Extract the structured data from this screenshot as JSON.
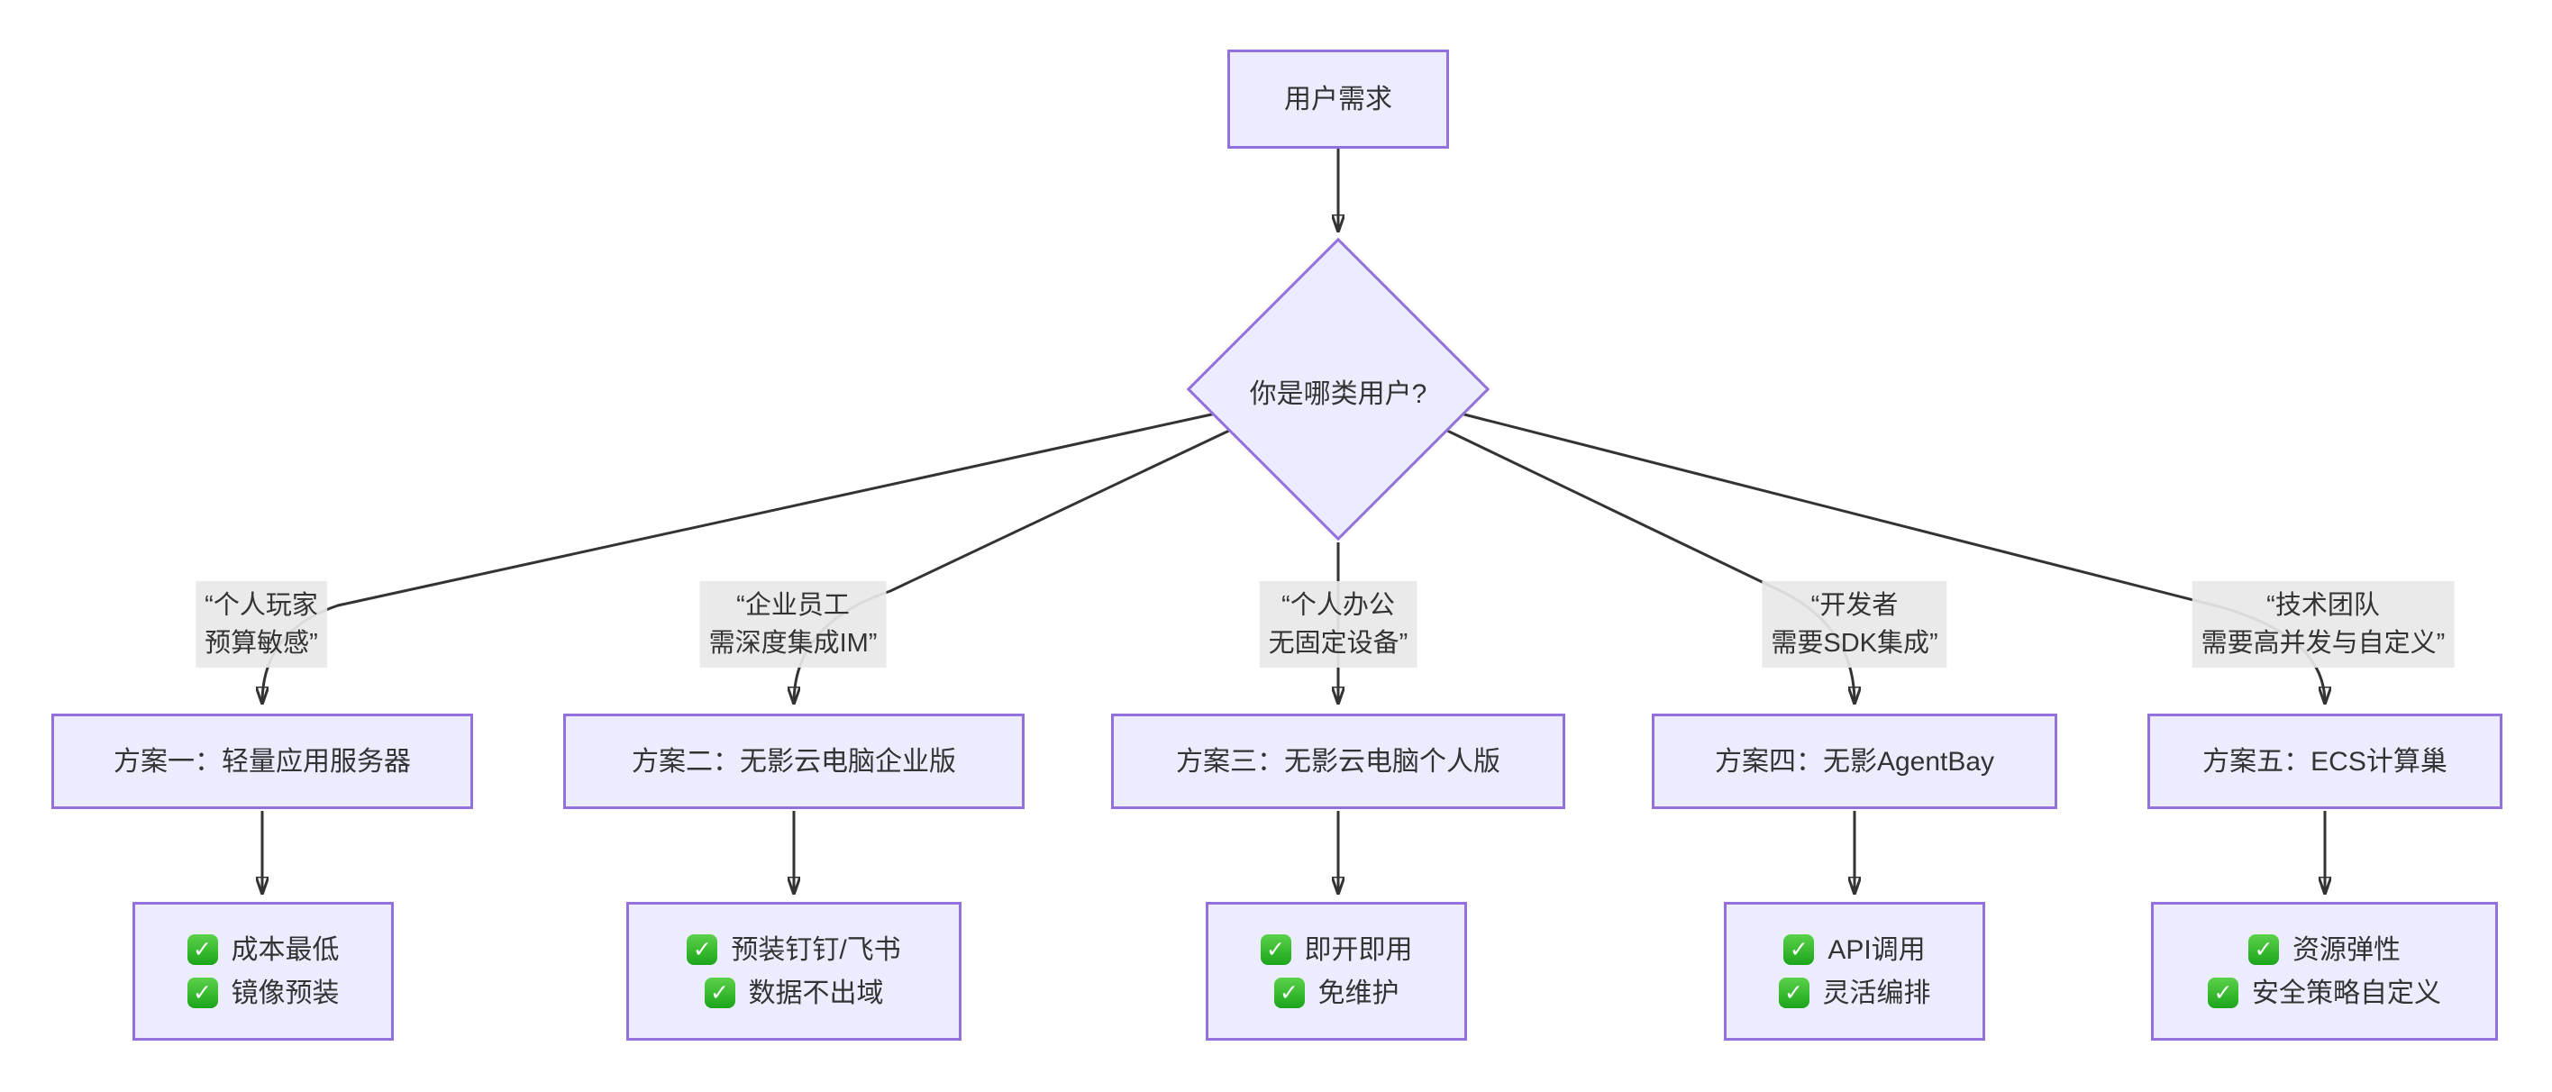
{
  "diagram": {
    "root_label": "用户需求",
    "decision_label": "你是哪类用户?",
    "branches": [
      {
        "condition_line1": "“个人玩家",
        "condition_line2": "预算敏感”",
        "solution": "方案一：轻量应用服务器",
        "benefit1": "成本最低",
        "benefit2": "镜像预装"
      },
      {
        "condition_line1": "“企业员工",
        "condition_line2": "需深度集成IM”",
        "solution": "方案二：无影云电脑企业版",
        "benefit1": "预装钉钉/飞书",
        "benefit2": "数据不出域"
      },
      {
        "condition_line1": "“个人办公",
        "condition_line2": "无固定设备”",
        "solution": "方案三：无影云电脑个人版",
        "benefit1": "即开即用",
        "benefit2": "免维护"
      },
      {
        "condition_line1": "“开发者",
        "condition_line2": "需要SDK集成”",
        "solution": "方案四：无影AgentBay",
        "benefit1": "API调用",
        "benefit2": "灵活编排"
      },
      {
        "condition_line1": "“技术团队",
        "condition_line2": "需要高并发与自定义”",
        "solution": "方案五：ECS计算巢",
        "benefit1": "资源弹性",
        "benefit2": "安全策略自定义"
      }
    ],
    "icons": {
      "check": "✓"
    },
    "colors": {
      "node_fill": "#ECECFF",
      "node_border": "#9370DB",
      "edge_label_bg": "#e8e8e8",
      "line": "#333333",
      "text": "#333333",
      "check_green": "#1ba51b"
    }
  }
}
